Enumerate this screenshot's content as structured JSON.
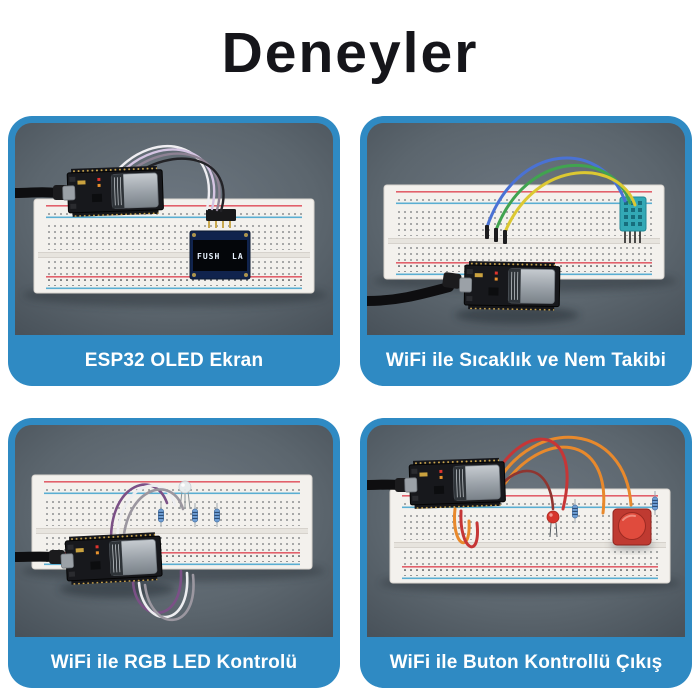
{
  "page": {
    "title": "Deneyler",
    "background": "#ffffff"
  },
  "theme": {
    "accent_blue": "#2f8ac3",
    "caption_text_color": "#ffffff",
    "photo_background": "#5c666e",
    "title_color": "#15151a"
  },
  "panels": [
    {
      "caption": "ESP32 OLED Ekran",
      "oled_text_left": "FUSH",
      "oled_text_right": "LA",
      "components": [
        "esp32-dev-board",
        "breadboard",
        "oled-display-module",
        "usb-cable",
        "jumper-wire-ribbon"
      ]
    },
    {
      "caption": "WiFi ile Sıcaklık ve Nem Takibi",
      "components": [
        "esp32-dev-board",
        "breadboard",
        "dht11-sensor",
        "usb-cable",
        "jumper-wires"
      ]
    },
    {
      "caption": "WiFi ile RGB LED Kontrolü",
      "components": [
        "esp32-dev-board",
        "breadboard",
        "rgb-led",
        "resistors",
        "usb-cable",
        "jumper-wires"
      ]
    },
    {
      "caption": "WiFi ile Buton Kontrollü Çıkış",
      "components": [
        "esp32-dev-board",
        "breadboard",
        "red-led",
        "push-button",
        "resistors",
        "usb-cable",
        "jumper-wires"
      ]
    }
  ]
}
